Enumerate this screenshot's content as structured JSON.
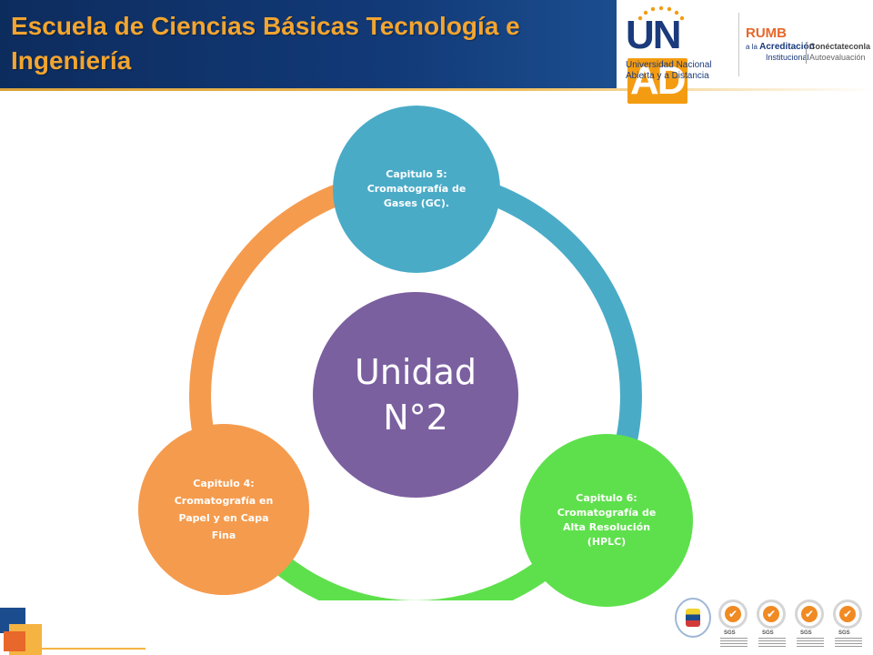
{
  "header": {
    "title": "Escuela de Ciencias Básicas Tecnología e Ingeniería"
  },
  "logos": {
    "unad_word_u": "U",
    "unad_word_n": "N",
    "unad_word_ad": "AD",
    "unad_line1": "Universidad Nacional",
    "unad_line2": "Abierta y a Distancia",
    "rumbo_word": "RUMB",
    "rumbo_prefix": "a la",
    "rumbo_acreditacion": "Acreditación",
    "rumbo_institucional": "Institucional",
    "conectate": "Conéctateconla",
    "autoevaluacion": "Autoevaluación"
  },
  "diagram": {
    "center": {
      "line1": "Unidad",
      "line2": "N°2"
    },
    "cap5": {
      "line1": "Capitulo 5:",
      "line2": "Cromatografía de",
      "line3": "Gases (GC)."
    },
    "cap6": {
      "line1": "Capitulo 6:",
      "line2": "Cromatografía de",
      "line3": "Alta Resolución",
      "line4": "(HPLC)"
    },
    "cap4": {
      "line1": "Capitulo 4:",
      "line2": "Cromatografía en",
      "line3": "Papel y en Capa",
      "line4": "Fina"
    },
    "colors": {
      "center": "#7b60a0",
      "cap5": "#4aabc7",
      "cap6": "#5ee04c",
      "cap4": "#f59b4e",
      "arc_cap5_to_cap6": "#4aabc7",
      "arc_cap6_to_cap4": "#5ee04c",
      "arc_cap4_to_cap5": "#f59b4e"
    }
  },
  "footer": {
    "cert_label": "SGS"
  }
}
